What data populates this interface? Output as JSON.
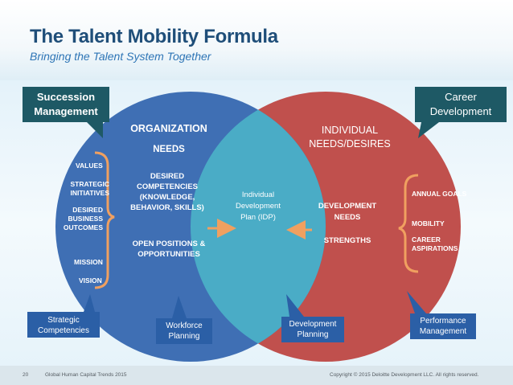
{
  "title": "The Talent Mobility Formula",
  "subtitle": "Bringing the Talent System Together",
  "organization": {
    "heading_1": "ORGANIZATION",
    "heading_2": "NEEDS",
    "list": [
      "VALUES",
      "STRATEGIC INITIATIVES",
      "DESIRED BUSINESS OUTCOMES",
      "MISSION",
      "VISION"
    ],
    "center_1": "DESIRED COMPETENCIES (KNOWLEDGE, BEHAVIOR, SKILLS)",
    "center_2": "OPEN POSITIONS & OPPORTUNITIES"
  },
  "individual": {
    "heading_1": "INDIVIDUAL",
    "heading_2": "NEEDS/DESIRES",
    "list": [
      "ANNUAL GOALS",
      "MOBILITY",
      "CAREER ASPIRATIONS"
    ],
    "center_1": "DEVELOPMENT NEEDS",
    "center_2": "STRENGTHS"
  },
  "overlap": "Individual Development Plan (IDP)",
  "callouts": {
    "succession": "Succession Management",
    "career": "Career Development",
    "strategic": "Strategic Competencies",
    "workforce": "Workforce Planning",
    "development": "Development Planning",
    "performance": "Performance Management"
  },
  "footer": {
    "page": "20",
    "publication": "Global Human Capital Trends 2015",
    "copyright": "Copyright © 2015 Deloitte Development LLC. All rights reserved."
  },
  "colors": {
    "org_circle": "#3f6fb4",
    "individual_circle": "#c0504d",
    "overlap": "#4aacc6",
    "callout_dark": "#1e5965",
    "callout_blue": "#2b5fa6",
    "arrow_orange": "#f0a060",
    "title": "#1f4e79"
  }
}
